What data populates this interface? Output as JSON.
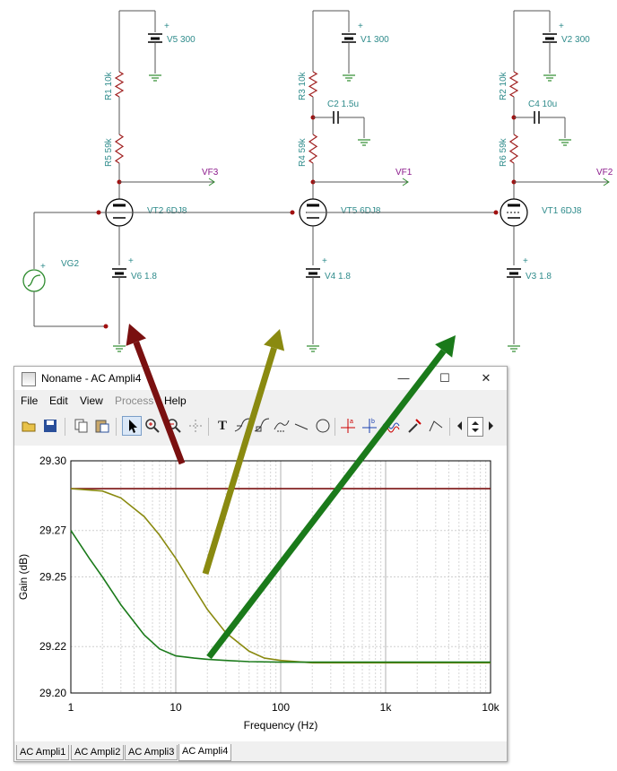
{
  "schematic": {
    "stages": [
      {
        "supply": "V5 300",
        "r_top": "R1 10k",
        "r_bot": "R5 59k",
        "tube": "VT2 6DJ8",
        "bias": "V6 1.8",
        "output": "VF3",
        "cap": ""
      },
      {
        "supply": "V1 300",
        "r_top": "R3 10k",
        "r_bot": "R4 59k",
        "tube": "VT5 6DJ8",
        "bias": "V4 1.8",
        "output": "VF1",
        "cap": "C2 1.5u"
      },
      {
        "supply": "V2 300",
        "r_top": "R2 10k",
        "r_bot": "R6 59k",
        "tube": "VT1 6DJ8",
        "bias": "V3 1.8",
        "output": "VF2",
        "cap": "C4 10u"
      }
    ],
    "source_label": "VG2",
    "arrow_colors": [
      "#7a1010",
      "#8a8a10",
      "#1a7a1a"
    ]
  },
  "window": {
    "title": "Noname - AC Ampli4",
    "minimize": "—",
    "maximize": "☐",
    "close": "✕",
    "menu": [
      "File",
      "Edit",
      "View",
      "Process",
      "Help"
    ],
    "toolbar_text_tool": "T"
  },
  "tabs": [
    "AC Ampli1",
    "AC Ampli2",
    "AC Ampli3",
    "AC Ampli4"
  ],
  "chart_data": {
    "type": "line",
    "xlabel": "Frequency (Hz)",
    "ylabel": "Gain (dB)",
    "xscale": "log",
    "xlim": [
      1,
      10000
    ],
    "ylim": [
      29.2,
      29.3
    ],
    "xticks": [
      "1",
      "10",
      "100",
      "1k",
      "10k"
    ],
    "yticks": [
      "29.20",
      "29.22",
      "29.25",
      "29.27",
      "29.30"
    ],
    "grid": true,
    "series": [
      {
        "color": "#7a1010",
        "x": [
          1,
          10,
          100,
          1000,
          10000
        ],
        "y": [
          29.288,
          29.288,
          29.288,
          29.288,
          29.288
        ]
      },
      {
        "color": "#8a8a10",
        "x": [
          1,
          2,
          3,
          5,
          7,
          10,
          15,
          20,
          30,
          50,
          70,
          100,
          200,
          500,
          1000,
          10000
        ],
        "y": [
          29.288,
          29.287,
          29.284,
          29.276,
          29.268,
          29.258,
          29.245,
          29.236,
          29.226,
          29.218,
          29.215,
          29.214,
          29.213,
          29.213,
          29.213,
          29.213
        ]
      },
      {
        "color": "#1a7a1a",
        "x": [
          1,
          1.5,
          2,
          3,
          5,
          7,
          10,
          15,
          20,
          30,
          50,
          100,
          1000,
          10000
        ],
        "y": [
          29.27,
          29.258,
          29.25,
          29.238,
          29.225,
          29.219,
          29.216,
          29.215,
          29.2145,
          29.214,
          29.2135,
          29.2133,
          29.2133,
          29.2133
        ]
      }
    ]
  }
}
